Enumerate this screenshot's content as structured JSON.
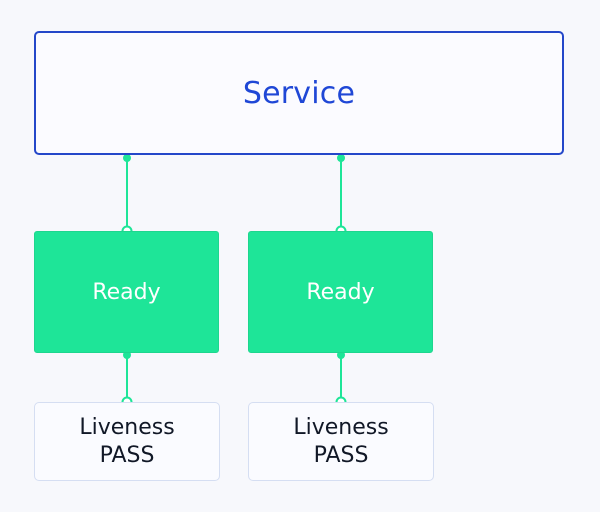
{
  "service": {
    "label": "Service"
  },
  "pods": [
    {
      "status": "Ready",
      "probe": {
        "title": "Liveness",
        "result": "PASS"
      }
    },
    {
      "status": "Ready",
      "probe": {
        "title": "Liveness",
        "result": "PASS"
      }
    }
  ],
  "colors": {
    "background": "#f7f8fc",
    "service_border": "#2447c9",
    "service_text": "#1f47d6",
    "pod_fill": "#1ee598",
    "connector": "#1ee598",
    "probe_border": "#d5def2",
    "probe_text": "#111827"
  }
}
